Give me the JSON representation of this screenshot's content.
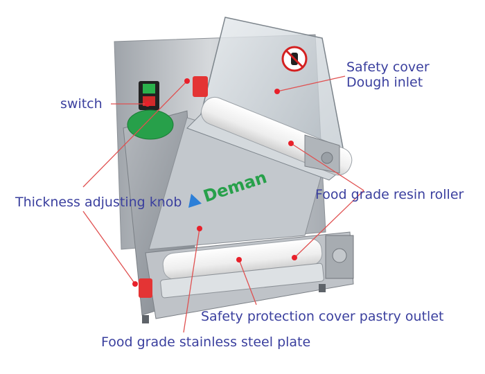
{
  "labels": {
    "safety_cover": "Safety cover\nDough inlet",
    "switch": "switch",
    "resin_roller": "Food grade resin roller",
    "thickness_knob": "Thickness adjusting knob",
    "outlet_cover": "Safety protection cover pastry outlet",
    "steel_plate": "Food grade stainless steel plate"
  },
  "brand": {
    "logo_text": "Deman"
  },
  "colors": {
    "label_text": "#3a3f9e",
    "leader_line": "#e05050",
    "marker_dot": "#e8202a",
    "steel": "#c9ccd0",
    "brand_green": "#27a04a",
    "brand_blue": "#2c7fd8"
  },
  "icons": {
    "prohibition_sign": "no-hand-icon",
    "switch_panel": "power-switch-icon",
    "badge": "green-logo-badge"
  }
}
